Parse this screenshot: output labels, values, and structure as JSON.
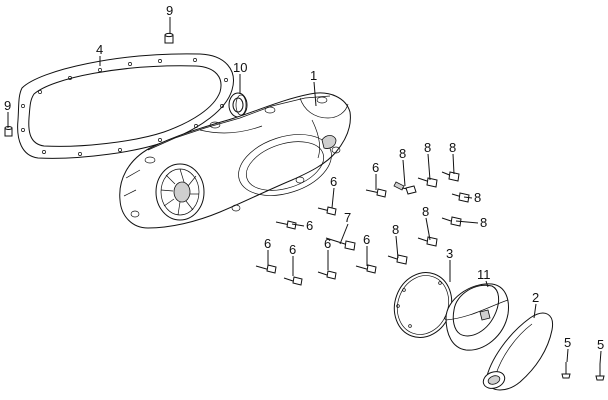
{
  "callouts": {
    "p1": "1",
    "p2": "2",
    "p3": "3",
    "p4": "4",
    "p5a": "5",
    "p5b": "5",
    "p6a": "6",
    "p6b": "6",
    "p6c": "6",
    "p6d": "6",
    "p6e": "6",
    "p6f": "6",
    "p6g": "6",
    "p7": "7",
    "p8a": "8",
    "p8b": "8",
    "p8c": "8",
    "p8d": "8",
    "p8e": "8",
    "p8f": "8",
    "p8g": "8",
    "p9a": "9",
    "p9b": "9",
    "p10": "10",
    "p11": "11"
  }
}
